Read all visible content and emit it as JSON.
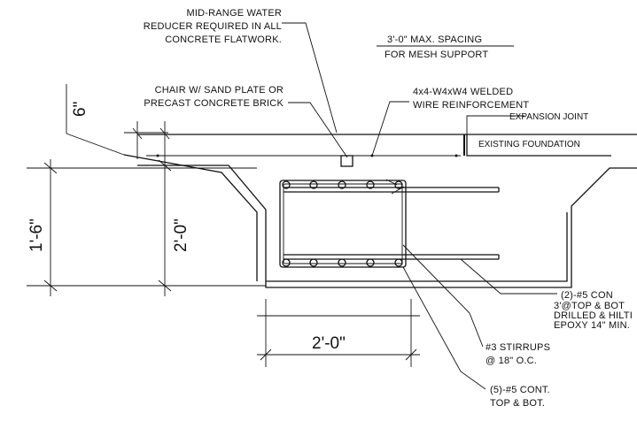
{
  "notes": {
    "water_reducer": [
      "MID-RANGE WATER",
      "REDUCER REQUIRED IN ALL",
      "CONCRETE FLATWORK."
    ],
    "mesh_support": [
      "3'-0\" MAX. SPACING",
      "FOR MESH SUPPORT"
    ],
    "chair": [
      "CHAIR W/ SAND PLATE OR",
      "PRECAST CONCRETE BRICK"
    ],
    "wire": [
      "4x4-W4xW4 WELDED",
      "WIRE REINFORCEMENT"
    ],
    "expansion_joint": "EXPANSION JOINT",
    "existing_foundation": "EXISTING FOUNDATION",
    "dowels": [
      "(2)-#5 CON",
      "3'@TOP & BOT",
      "DRILLED & HILTI",
      "EPOXY 14\" MIN."
    ],
    "stirrups": [
      "#3 STIRRUPS",
      "@ 18\" O.C."
    ],
    "bars": [
      "(5)-#5 CONT.",
      "TOP & BOT."
    ]
  },
  "dimensions": {
    "slab": "6\"",
    "depth_total": "1'-6\"",
    "depth_beam": "2'-0\"",
    "width": "2'-0\""
  }
}
